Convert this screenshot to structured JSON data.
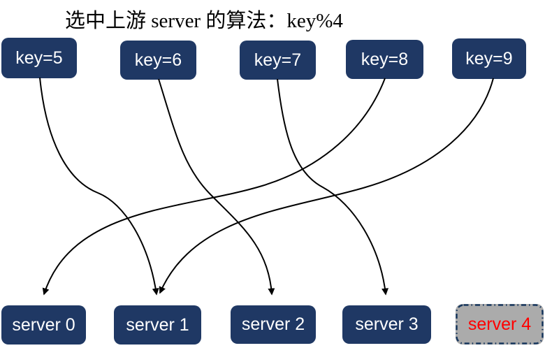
{
  "title": "选中上游 server 的算法：key%4",
  "keys": [
    {
      "label": "key=5"
    },
    {
      "label": "key=6"
    },
    {
      "label": "key=7"
    },
    {
      "label": "key=8"
    },
    {
      "label": "key=9"
    }
  ],
  "servers": [
    {
      "label": "server 0"
    },
    {
      "label": "server 1"
    },
    {
      "label": "server 2"
    },
    {
      "label": "server 3"
    },
    {
      "label": "server 4",
      "style": "gray-dashed-red"
    }
  ],
  "edges": [
    {
      "from": "key=5",
      "to": "server 1"
    },
    {
      "from": "key=6",
      "to": "server 2"
    },
    {
      "from": "key=7",
      "to": "server 3"
    },
    {
      "from": "key=8",
      "to": "server 0"
    },
    {
      "from": "key=9",
      "to": "server 1"
    }
  ],
  "colors": {
    "box_fill": "#1f3864",
    "box_text": "#ffffff",
    "server4_fill": "#ababab",
    "server4_text": "#ff0000",
    "server4_border": "#17375e",
    "edge_line": "#000000",
    "title_text": "#000000"
  }
}
